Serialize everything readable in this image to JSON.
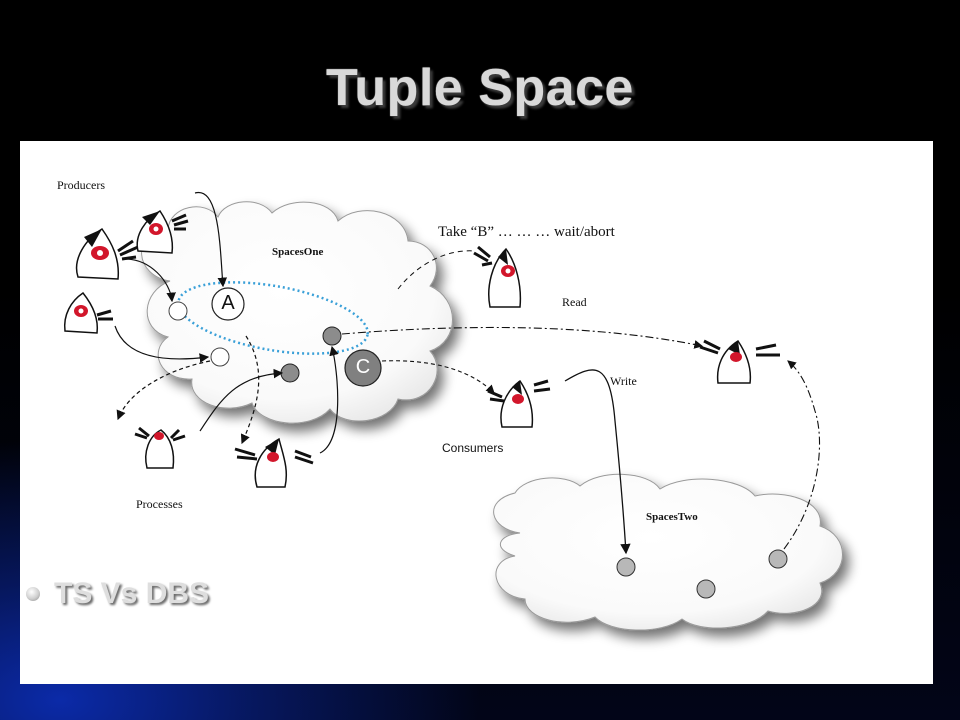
{
  "slide": {
    "title": "Tuple Space",
    "bullet": "TS Vs DBS"
  },
  "diagram": {
    "labels": {
      "producers": "Producers",
      "processes": "Processes",
      "consumers": "Consumers",
      "spaces_one": "SpacesOne",
      "spaces_two": "SpacesTwo",
      "take": "Take “B” … … … wait/abort",
      "read": "Read",
      "write": "Write"
    },
    "tuples": {
      "a": "A",
      "c": "C"
    }
  },
  "colors": {
    "background": "#000000",
    "canvas": "#ffffff",
    "title_text": "#d9d9d9",
    "selection_ring": "#3aa0d8",
    "tuple_filled": "#8c8c8c"
  }
}
